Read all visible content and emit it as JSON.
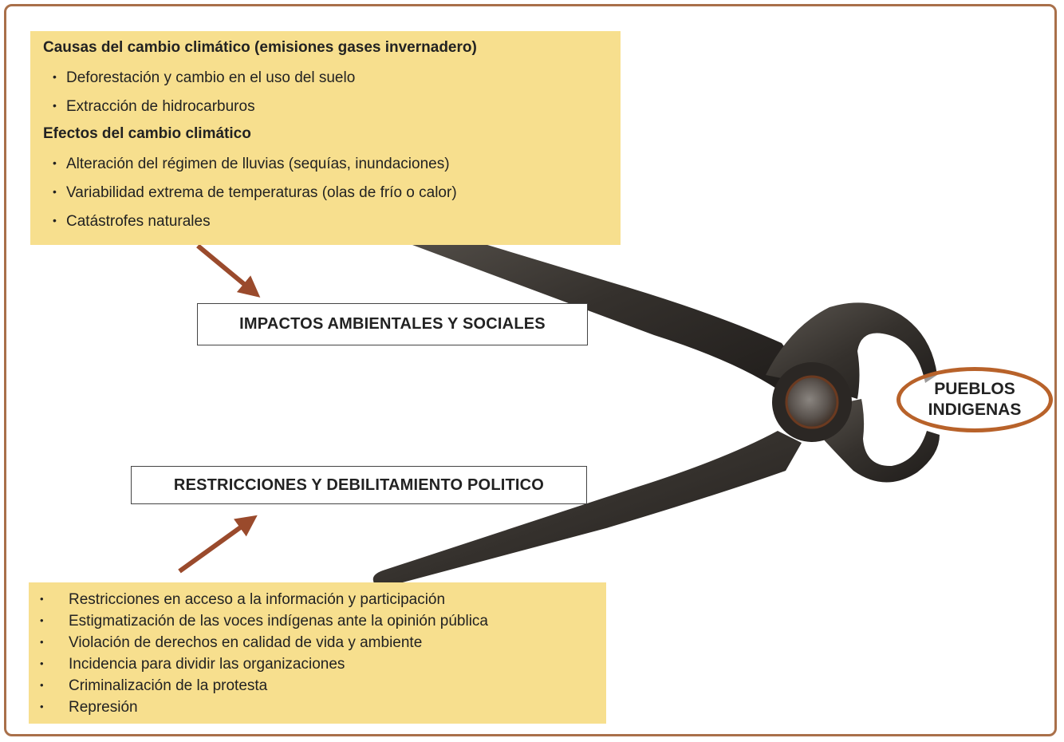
{
  "causes_panel": {
    "heading_causes": "Causas del cambio climático (emisiones gases invernadero)",
    "causes": [
      "Deforestación y cambio en el uso del suelo",
      "Extracción de hidrocarburos"
    ],
    "heading_effects": "Efectos del cambio climático",
    "effects": [
      "Alteración del régimen de lluvias (sequías, inundaciones)",
      "Variabilidad extrema de temperaturas (olas de frío o calor)",
      "Catástrofes naturales"
    ]
  },
  "impacts_box": {
    "label": "IMPACTOS AMBIENTALES Y SOCIALES"
  },
  "restrictions_box": {
    "label": "RESTRICCIONES Y DEBILITAMIENTO POLITICO"
  },
  "target": {
    "line1": "PUEBLOS",
    "line2": "INDIGENAS"
  },
  "politics_panel": {
    "items": [
      "Restricciones en acceso a la información y participación",
      "Estigmatización de las voces indígenas ante la opinión pública",
      "Violación de derechos en calidad de vida y ambiente",
      "Incidencia para dividir las organizaciones",
      "Criminalización de la protesta",
      "Represión"
    ]
  },
  "icons": {
    "bullet": "•",
    "arrow": "arrow-icon",
    "pliers": "pliers-icon"
  },
  "colors": {
    "panel": "#f7df8e",
    "border": "#a9704a",
    "arrow": "#9a4a2c",
    "ellipse": "#b8622a",
    "tool": "#3a3632"
  }
}
